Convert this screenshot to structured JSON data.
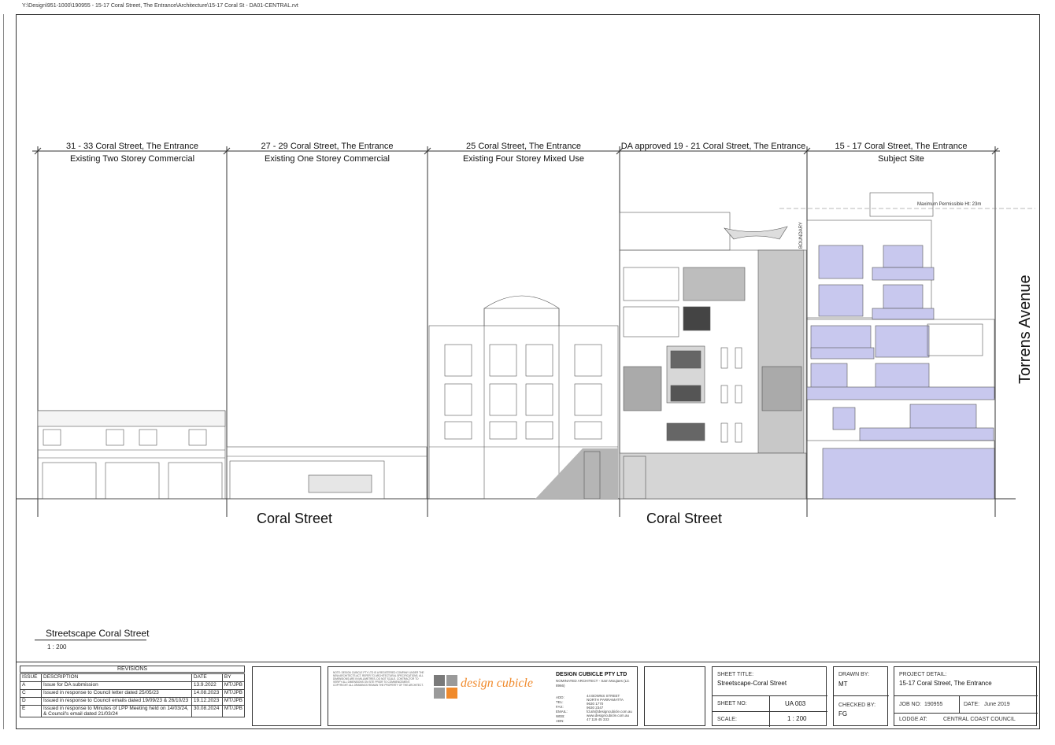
{
  "file_path": "Y:\\Design\\951-1000\\190955 - 15-17 Coral Street, The Entrance\\Architecture\\15-17 Coral St - DA01-CENTRAL.rvt",
  "sites": [
    {
      "address": "31 - 33 Coral Street, The Entrance",
      "description": "Existing Two Storey Commercial"
    },
    {
      "address": "27 - 29 Coral Street, The Entrance",
      "description": "Existing One Storey Commercial"
    },
    {
      "address": "25 Coral Street, The Entrance",
      "description": "Existing Four Storey Mixed Use"
    },
    {
      "address": "DA approved 19 - 21 Coral Street, The Entrance",
      "description": ""
    },
    {
      "address": "15 - 17 Coral Street, The Entrance",
      "description": "Subject Site"
    }
  ],
  "street_labels": [
    "Coral Street",
    "Coral Street"
  ],
  "side_street": "Torrens Avenue",
  "height_plane_label": "Maximum Permissible Ht: 23m",
  "boundary_label": "BOUNDARY",
  "view": {
    "title": "Streetscape Coral Street",
    "scale": "1 : 200"
  },
  "revisions": {
    "title": "REVISIONS",
    "headers": [
      "ISSUE",
      "DESCRIPTION",
      "DATE",
      "BY"
    ],
    "rows": [
      [
        "A",
        "Issue for DA submission",
        "13.9.2022",
        "MT/JPB"
      ],
      [
        "C",
        "Issued in response to Council letter dated 25/05/23",
        "14.08.2023",
        "MT/JPB"
      ],
      [
        "D",
        "Issued in response to Council emails dated 19/09/23 & 26/10/23",
        "19.12.2023",
        "MT/JPB"
      ],
      [
        "E",
        "Issued in response to Minutes of LPP Meeting held on 14/03/24, & Council's email dated 21/03/24",
        "30.08.2024",
        "MT/JPB"
      ]
    ]
  },
  "firm": {
    "brand": "design cubicle",
    "name": "DESIGN CUBICLE PTY LTD",
    "nominated": "NOMINATED ARCHITECT - Sam Moujaes (Lic 8966)",
    "contact_labels": [
      "ADD:",
      "TEL:",
      "FAX:",
      "EMAIL:",
      "WEB:",
      "ABN:"
    ],
    "contact_values": [
      "44 BOWNS STREET",
      "NORTH PARRAMATTA",
      "9630 1770",
      "9630 2347",
      "fd.ah@designcubicle.com.au",
      "www.designcubicle.com.au",
      "47 119 45 333"
    ]
  },
  "sheet": {
    "title_label": "SHEET TITLE:",
    "title": "Streetscape-Coral Street",
    "no_label": "SHEET NO:",
    "no": "UA 003",
    "scale_label": "SCALE:",
    "scale": "1 : 200"
  },
  "drawn": {
    "label": "DRAWN BY:",
    "value": "MT"
  },
  "checked": {
    "label": "CHECKED BY:",
    "value": "FG"
  },
  "project": {
    "label": "PROJECT DETAIL:",
    "value": "15-17 Coral Street, The Entrance",
    "job_label": "JOB NO:",
    "job": "190955",
    "date_label": "DATE:",
    "date": "June 2019",
    "lodge_label": "LODGE AT:",
    "lodge": "CENTRAL COAST COUNCIL"
  },
  "colors": {
    "line": "#333333",
    "glazing": "#c8c8ee",
    "shade": "#b0b0b0",
    "brand_orange": "#f08a2c",
    "brand_grey": "#7a7a7a"
  }
}
